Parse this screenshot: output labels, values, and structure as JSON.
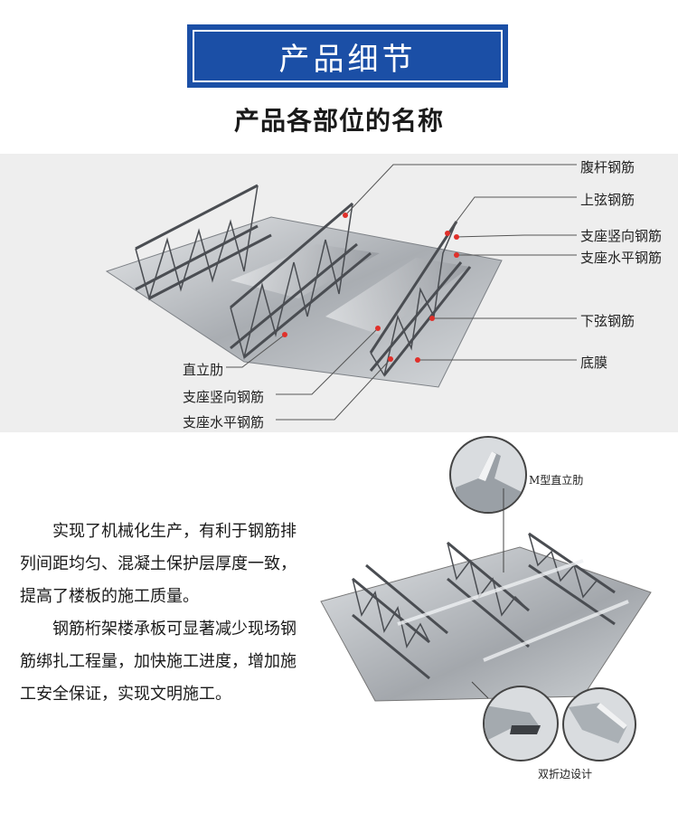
{
  "banner": {
    "title": "产品细节"
  },
  "subtitle": "产品各部位的名称",
  "parts": {
    "labels_right": [
      "腹杆钢筋",
      "上弦钢筋",
      "支座竖向钢筋",
      "支座水平钢筋",
      "下弦钢筋",
      "底膜"
    ],
    "labels_left": [
      "直立肋",
      "支座竖向钢筋",
      "支座水平钢筋"
    ]
  },
  "details": {
    "m_rib_label": "M型直立肋",
    "double_fold_label": "双折边设计"
  },
  "paragraphs": {
    "p1": "实现了机械化生产，有利于钢筋排列间距均匀、混凝土保护层厚度一致，提高了楼板的施工质量。",
    "p2": "钢筋桁架楼承板可显著减少现场钢筋绑扎工程量，加快施工进度，增加施工安全保证，实现文明施工。"
  },
  "colors": {
    "banner": "#1b4fa6",
    "marker": "#e0302a",
    "panel_bg": "#eeeeee"
  }
}
